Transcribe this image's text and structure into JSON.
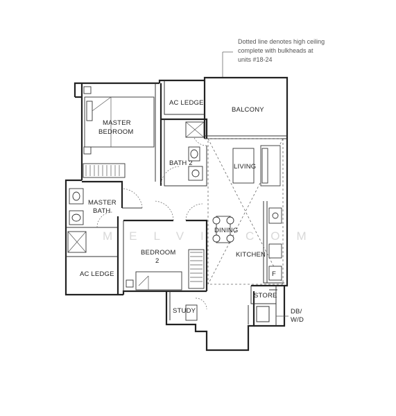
{
  "note": {
    "lines": [
      "Dotted line denotes high ceiling",
      "complete with bulkheads at",
      "units #18-24"
    ]
  },
  "rooms": {
    "ac_ledge_top": "AC LEDGE",
    "balcony": "BALCONY",
    "master_bedroom": [
      "MASTER",
      "BEDROOM"
    ],
    "bath_2": "BATH 2",
    "living": "LIVING",
    "master_bath": [
      "MASTER",
      "BATH"
    ],
    "dining": "DINING",
    "kitchen": "KITCHEN",
    "bedroom_2": [
      "BEDROOM",
      "2"
    ],
    "ac_ledge_bottom": "AC LEDGE",
    "store": "STORE",
    "study": "STUDY",
    "db_wd": [
      "DB/",
      "W/D"
    ],
    "fridge": "F"
  },
  "watermark": "MELVINCOM"
}
